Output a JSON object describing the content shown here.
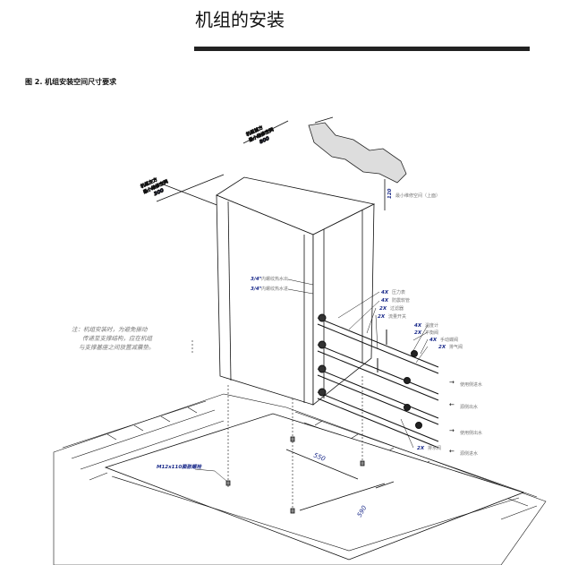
{
  "header": {
    "title": "机组的安装"
  },
  "figure": {
    "caption": "图 2.   机组安装空间尺寸要求",
    "front_clearance": {
      "line1": "机组前方",
      "line2": "最小维修空间",
      "value": "800"
    },
    "left_clearance": {
      "line1": "机组左方",
      "line2": "最小维修空间",
      "value": "300"
    },
    "top_clearance": {
      "value": "120",
      "label": "最小维修空间（上面）"
    },
    "water_outlet": {
      "size": "3/4\"",
      "label": "内螺纹热水出"
    },
    "water_inlet": {
      "size": "3/4\"",
      "label": "内螺纹热水进"
    },
    "callouts": [
      {
        "qty": "4X",
        "label": "压力表"
      },
      {
        "qty": "4X",
        "label": "防震软管"
      },
      {
        "qty": "2X",
        "label": "过滤器"
      },
      {
        "qty": "2X",
        "label": "流量开关"
      },
      {
        "qty": "4X",
        "label": "温度计"
      },
      {
        "qty": "2X",
        "label": "平衡阀"
      },
      {
        "qty": "4X",
        "label": "手动蝶阀"
      },
      {
        "qty": "2X",
        "label": "排气阀"
      },
      {
        "qty": "2X",
        "label": "排水阀"
      }
    ],
    "flows": [
      "使用侧进水",
      "源侧出水",
      "使用侧出水",
      "源侧进水"
    ],
    "note": [
      "注：机组安装时，为避免振动",
      "传递至支撑结构，应在机组",
      "与支撑基座之间放置减震垫。"
    ],
    "bolt_label": "M12x110膨胀螺栓",
    "dim_550": "550",
    "dim_590": "590"
  }
}
